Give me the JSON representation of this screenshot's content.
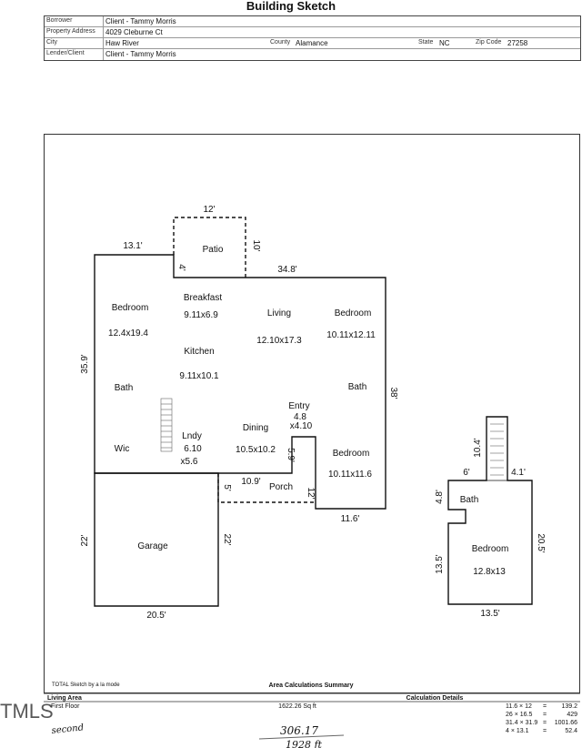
{
  "title": "Building Sketch",
  "info": {
    "borrower_label": "Borrower",
    "borrower": "Client - Tammy Morris",
    "address_label": "Property Address",
    "address": "4029 Cleburne Ct",
    "city_label": "City",
    "city": "Haw River",
    "county_label": "County",
    "county": "Alamance",
    "state_label": "State",
    "state": "NC",
    "zip_label": "Zip Code",
    "zip": "27258",
    "lender_label": "Lender/Client",
    "lender": "Client - Tammy Morris"
  },
  "plan": {
    "rooms": [
      {
        "name": "Patio"
      },
      {
        "name": "Bedroom",
        "size": "12.4x19.4"
      },
      {
        "name": "Breakfast",
        "size": "9.11x6.9"
      },
      {
        "name": "Living",
        "size": "12.10x17.3"
      },
      {
        "name": "Bedroom",
        "size": "10.11x12.11"
      },
      {
        "name": "Kitchen",
        "size": "9.11x10.1"
      },
      {
        "name": "Bath"
      },
      {
        "name": "Bath"
      },
      {
        "name": "Entry",
        "size": "4.8",
        "size2": "x4.10"
      },
      {
        "name": "Dining",
        "size": "10.5x10.2"
      },
      {
        "name": "Lndy",
        "size": "6.10",
        "size2": "x5.6"
      },
      {
        "name": "Wic"
      },
      {
        "name": "Bedroom",
        "size": "10.11x11.6"
      },
      {
        "name": "Porch"
      },
      {
        "name": "Garage"
      },
      {
        "name": "Bath"
      },
      {
        "name": "Bedroom",
        "size": "12.8x13"
      }
    ],
    "dims": [
      "12'",
      "10'",
      "13.1'",
      "4'",
      "34.8'",
      "35.9'",
      "38'",
      "5.9'",
      "10.9'",
      "5'",
      "12'",
      "11.6'",
      "22'",
      "22'",
      "20.5'",
      "10.4'",
      "6'",
      "4.1'",
      "4.8'",
      "20.5'",
      "13.5'",
      "13.5'"
    ]
  },
  "footer": {
    "software": "TOTAL Sketch by a la mode",
    "summary_title": "Area Calculations Summary",
    "living_area_label": "Living Area",
    "first_floor": "First Floor",
    "first_floor_area": "1622.26 Sq ft",
    "calc_title": "Calculation Details",
    "calcs": [
      {
        "expr": "11.6 × 12",
        "eq": "=",
        "val": "139.2"
      },
      {
        "expr": "26 × 16.5",
        "eq": "=",
        "val": "429"
      },
      {
        "expr": "31.4 × 31.9",
        "eq": "=",
        "val": "1001.66"
      },
      {
        "expr": "4 × 13.1",
        "eq": "=",
        "val": "52.4"
      }
    ],
    "handwritten_second": "second",
    "handwritten_value": "306.17",
    "handwritten_total": "1928 ft",
    "watermark": "TMLS"
  }
}
